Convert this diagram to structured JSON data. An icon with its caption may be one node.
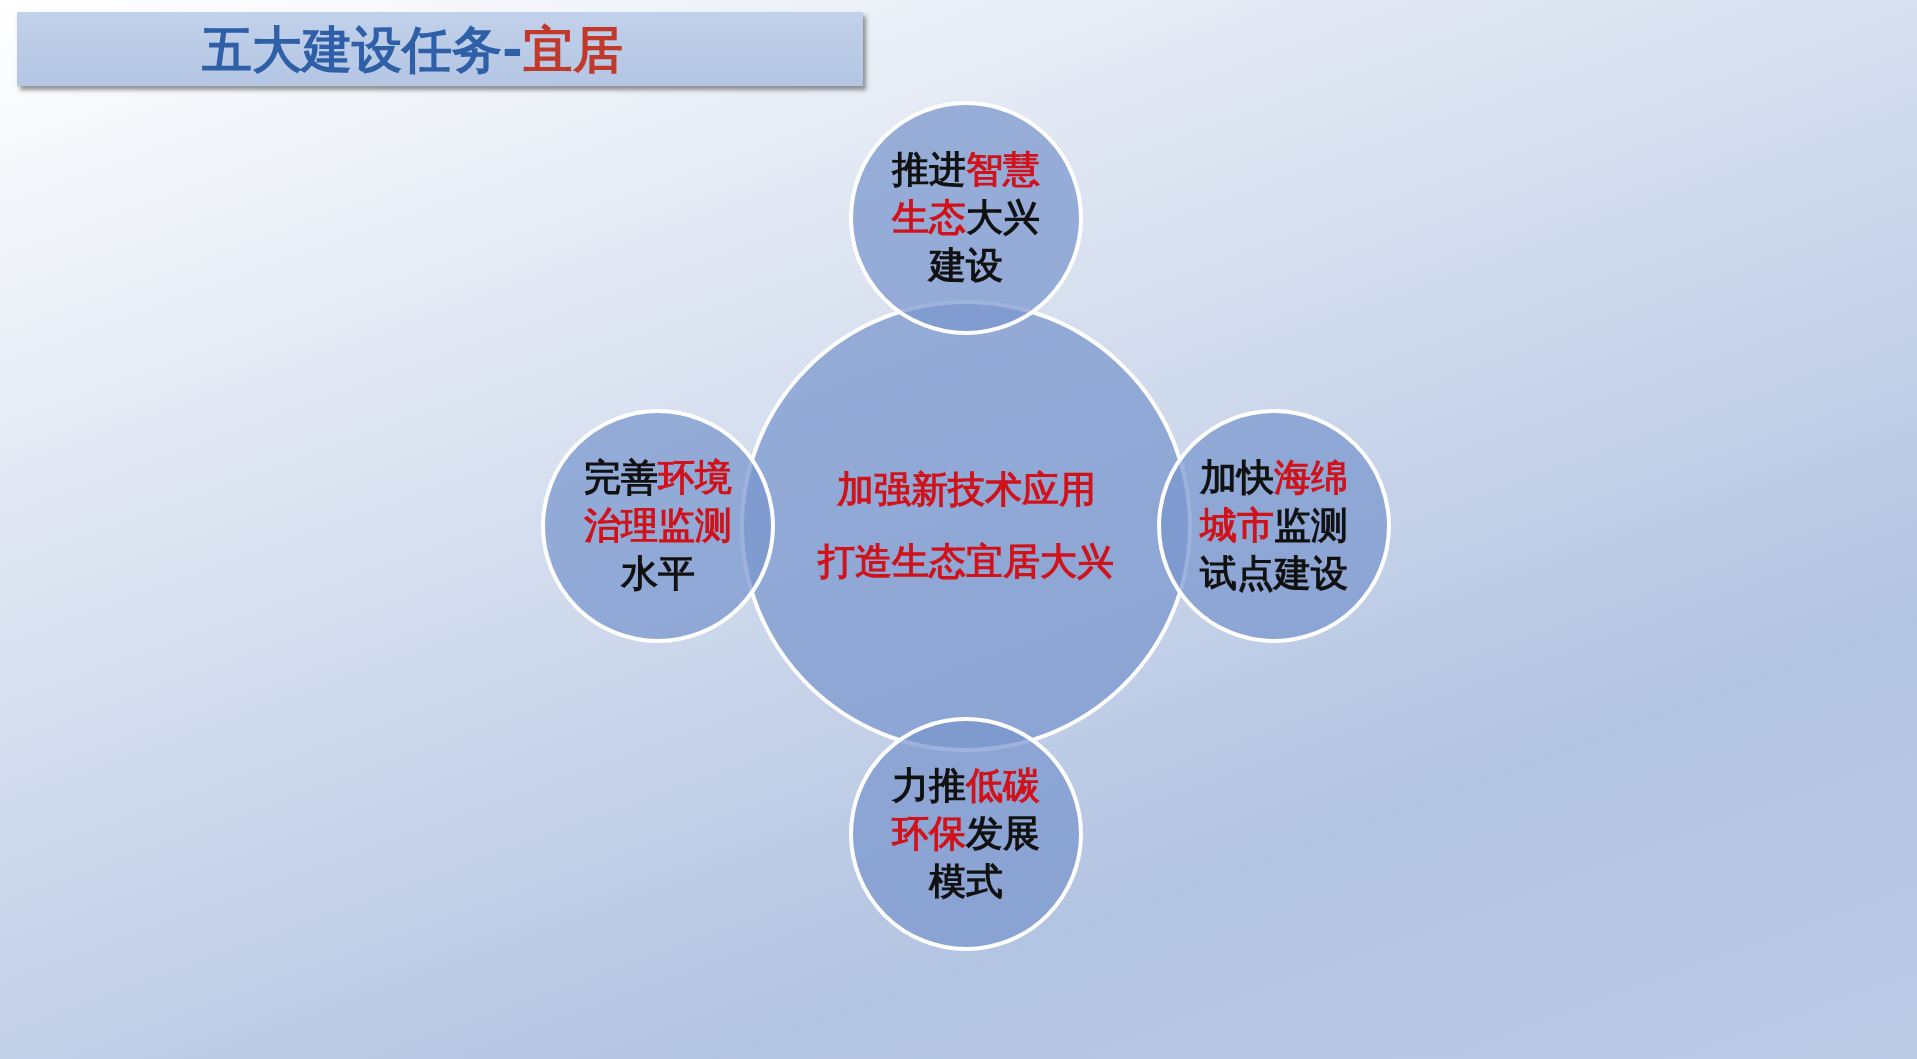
{
  "diagram": {
    "title": "五大建设任务-**宜居**",
    "nodes": [
      {
        "text": [
          "加强新技术应用",
          "打造生态宜居大兴"
        ]
      },
      {
        "text": [
          "推进**智慧生态**大兴建设"
        ]
      },
      {
        "text": [
          "完善**环境治理监测**水平"
        ]
      },
      {
        "text": [
          "加快**海绵城市**监测试点建设"
        ]
      },
      {
        "text": [
          "力推**低碳环保**发展模式"
        ]
      }
    ]
  }
}
